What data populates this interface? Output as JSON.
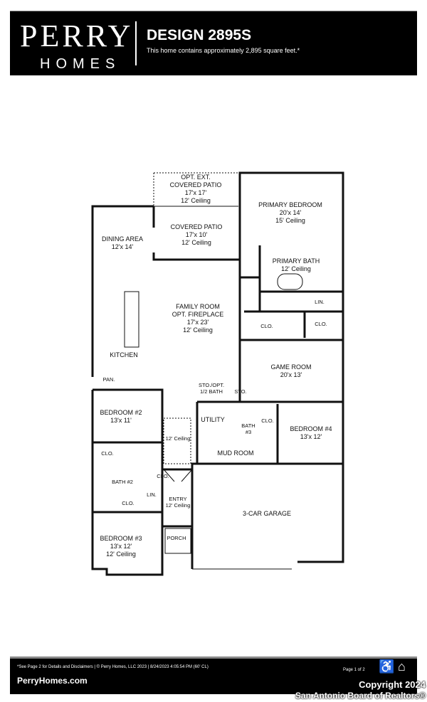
{
  "header": {
    "logo_top": "PERRY",
    "logo_bottom": "HOMES",
    "title": "DESIGN 2895S",
    "subtitle": "This home contains approximately 2,895 square feet.*"
  },
  "rooms": {
    "opt_patio": [
      "OPT. EXT.",
      "COVERED PATIO",
      "17'x 17'",
      "12' Ceiling"
    ],
    "primary_bedroom": [
      "PRIMARY BEDROOM",
      "20'x 14'",
      "15' Ceiling"
    ],
    "covered_patio": [
      "COVERED PATIO",
      "17'x 10'",
      "12' Ceiling"
    ],
    "dining": [
      "DINING AREA",
      "12'x 14'"
    ],
    "primary_bath": [
      "PRIMARY BATH",
      "12' Ceiling"
    ],
    "family_room": [
      "FAMILY ROOM",
      "OPT. FIREPLACE",
      "17'x 23'",
      "12' Ceiling"
    ],
    "kitchen": "KITCHEN",
    "pantry": "PAN.",
    "closet": "CLO.",
    "linen": "LIN.",
    "game_room": [
      "GAME ROOM",
      "20'x 13'"
    ],
    "sto_bath": [
      "STO./OPT.",
      "1/2 BATH"
    ],
    "storage": "STO.",
    "bedroom2": [
      "BEDROOM #2",
      "13'x 11'"
    ],
    "hall_ceiling": "12' Ceiling",
    "utility": "UTILITY",
    "bath3": [
      "BATH",
      "#3"
    ],
    "bedroom4": [
      "BEDROOM #4",
      "13'x 12'"
    ],
    "mud_room": "MUD ROOM",
    "bath2": "BATH #2",
    "entry": [
      "ENTRY",
      "12' Ceiling"
    ],
    "garage": "3-CAR GARAGE",
    "porch": "PORCH",
    "bedroom3": [
      "BEDROOM #3",
      "13'x 12'",
      "12' Ceiling"
    ]
  },
  "footer": {
    "disclaimer": "*See Page 2 for Details and Disclaimers  |  © Perry Homes, LLC 2023  |  8/24/2023 4:05:54 PM   (60' CL)",
    "site": "PerryHomes.com",
    "page": "Page 1 of 2",
    "icons": [
      "accessibility-icon",
      "equal-housing-icon"
    ]
  },
  "watermark": {
    "line1": "Copyright 2024",
    "line2": "San Antonio Board of Realtors®"
  }
}
